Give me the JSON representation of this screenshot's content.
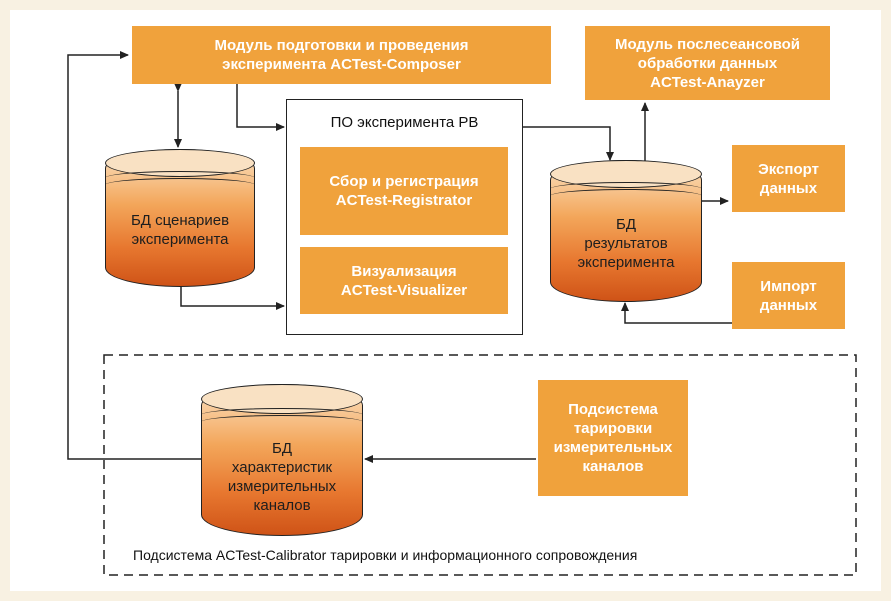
{
  "colors": {
    "accent": "#f0a23c",
    "cylinder": "#e7772f",
    "frame": "#f8f1e2",
    "line": "#222222"
  },
  "modules": {
    "composer": "Модуль подготовки и проведения\nэксперимента ACTest-Composer",
    "analyzer": "Модуль послесеансовой\nобработки данных\nACTest-Anayzer",
    "export": "Экспорт\nданных",
    "import": "Импорт\nданных",
    "registrator": "Сбор и регистрация\nACTest-Registrator",
    "visualizer": "Визуализация\nACTest-Visualizer",
    "calibration_subsystem": "Подсистема\nтарировки\nизмерительных\nканалов"
  },
  "software": {
    "title": "ПО эксперимента РВ"
  },
  "databases": {
    "scenarios": "БД сценариев\nэксперимента",
    "results": "БД\nрезультатов\nэксперимента",
    "channels": "БД\nхарактеристик\nизмерительных\nканалов"
  },
  "calibrator": {
    "caption": "Подсистема ACTest-Calibrator тарировки и информационного сопровождения"
  }
}
